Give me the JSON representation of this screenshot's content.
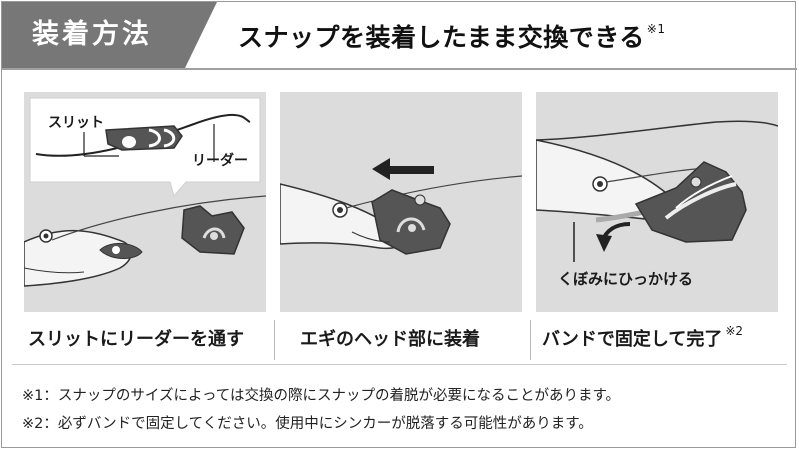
{
  "header": {
    "tag_label": "装着方法",
    "headline": "スナップを装着したまま交換できる",
    "headline_mark": "※1"
  },
  "panels": [
    {
      "callout_labels": [
        "スリット",
        "リーダー"
      ],
      "caption": "スリットにリーダーを通す",
      "caption_mark": ""
    },
    {
      "caption": "エギのヘッド部に装着",
      "caption_mark": ""
    },
    {
      "callout_label": "くぼみにひっかける",
      "caption": "バンドで固定して完了",
      "caption_mark": "※2"
    }
  ],
  "notes": [
    "※1：スナップのサイズによっては交換の際にスナップの着脱が必要になることがあります。",
    "※2：必ずバンドで固定してください。使用中にシンカーが脱落する可能性があります。"
  ],
  "colors": {
    "tag_bg": "#777777",
    "panel_bg": "#dcdcdc",
    "sinker": "#555555"
  }
}
